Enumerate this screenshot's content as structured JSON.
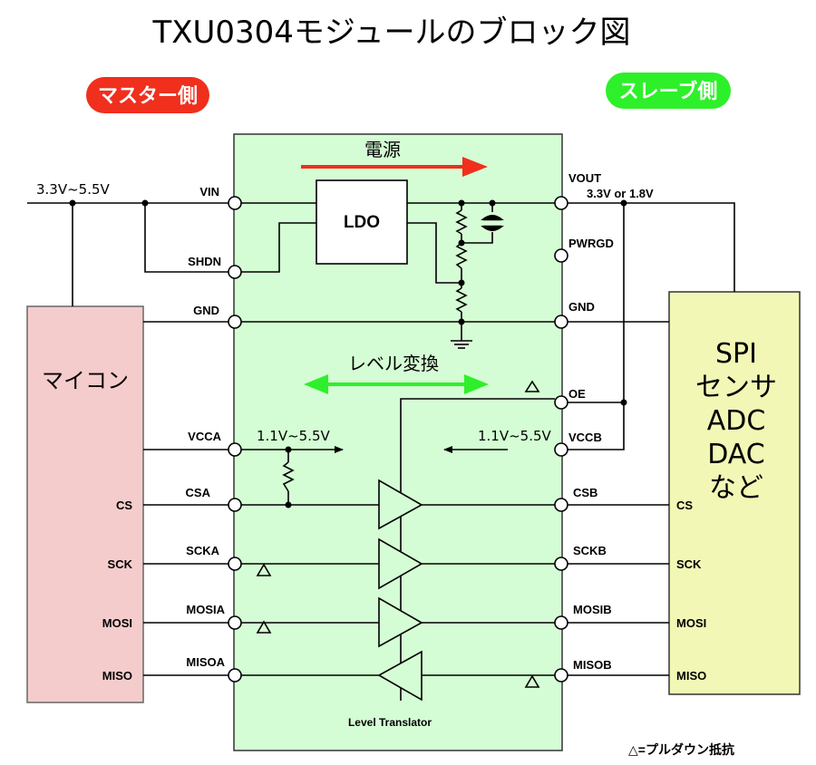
{
  "title": "TXU0304モジュールのブロック図",
  "sides": {
    "master": "マスター側",
    "slave": "スレーブ側"
  },
  "power": {
    "label": "電源",
    "input_range": "3.3V~5.5V",
    "output": "3.3V or 1.8V"
  },
  "ldo": "LDO",
  "level_shift_label": "レベル変換",
  "module_footer": "Level Translator",
  "mcu": "マイコン",
  "slave_device": [
    "SPI",
    "センサ",
    "ADC",
    "DAC",
    "など"
  ],
  "pins_left": {
    "vin": "VIN",
    "shdn": "SHDN",
    "gnd": "GND",
    "vcca": "VCCA",
    "csa": "CSA",
    "scka": "SCKA",
    "mosia": "MOSIA",
    "misoa": "MISOA"
  },
  "pins_right": {
    "vout": "VOUT",
    "pwrgd": "PWRGD",
    "gnd": "GND",
    "oe": "OE",
    "vccb": "VCCB",
    "csb": "CSB",
    "sckb": "SCKB",
    "mosib": "MOSIB",
    "misob": "MISOB"
  },
  "vcca_range": "1.1V~5.5V",
  "vccb_range": "1.1V~5.5V",
  "mcu_pins": [
    "CS",
    "SCK",
    "MOSI",
    "MISO"
  ],
  "slave_pins": [
    "CS",
    "SCK",
    "MOSI",
    "MISO"
  ],
  "legend": "△=プルダウン抵抗",
  "colors": {
    "module_fill": "#d5fdd5",
    "mcu_fill": "#f5cccc",
    "slave_fill": "#f2f7b6",
    "master_badge": "#f02f1d",
    "slave_badge": "#2ef02a",
    "power_arrow": "#f02f1d",
    "level_arrow": "#2ef02a"
  }
}
